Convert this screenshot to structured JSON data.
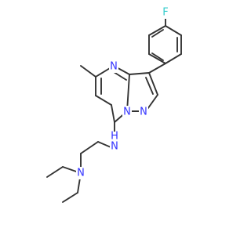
{
  "structure": {
    "atoms": {
      "fluorine": "F",
      "n_ring_top": "N",
      "n_bridge": "N",
      "n_pyrazole": "N",
      "n_amine": "N",
      "h_amine": "H",
      "n_diethyl": "N"
    }
  },
  "colors": {
    "bond": "#333333",
    "nitrogen": "#3333ff",
    "fluorine": "#33cccc",
    "background": "#ffffff"
  }
}
